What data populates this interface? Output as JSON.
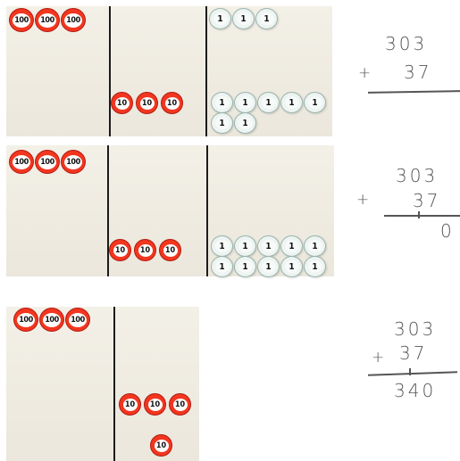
{
  "token_labels": {
    "hundred": "100",
    "ten": "10",
    "one": "1"
  },
  "rows": [
    {
      "hundreds_count": 3,
      "tens_count": 3,
      "ones_top_count": 3,
      "ones_bottom_count": 7,
      "worksheet": {
        "top": "303",
        "operator": "+",
        "addend": "37",
        "result": ""
      }
    },
    {
      "hundreds_count": 3,
      "tens_count": 3,
      "ones_count": 10,
      "worksheet": {
        "top": "303",
        "operator": "+",
        "addend": "37",
        "result": "0"
      }
    },
    {
      "hundreds_count": 3,
      "tens_count": 4,
      "worksheet": {
        "top": "303",
        "operator": "+",
        "addend": "37",
        "result": "340"
      }
    }
  ]
}
